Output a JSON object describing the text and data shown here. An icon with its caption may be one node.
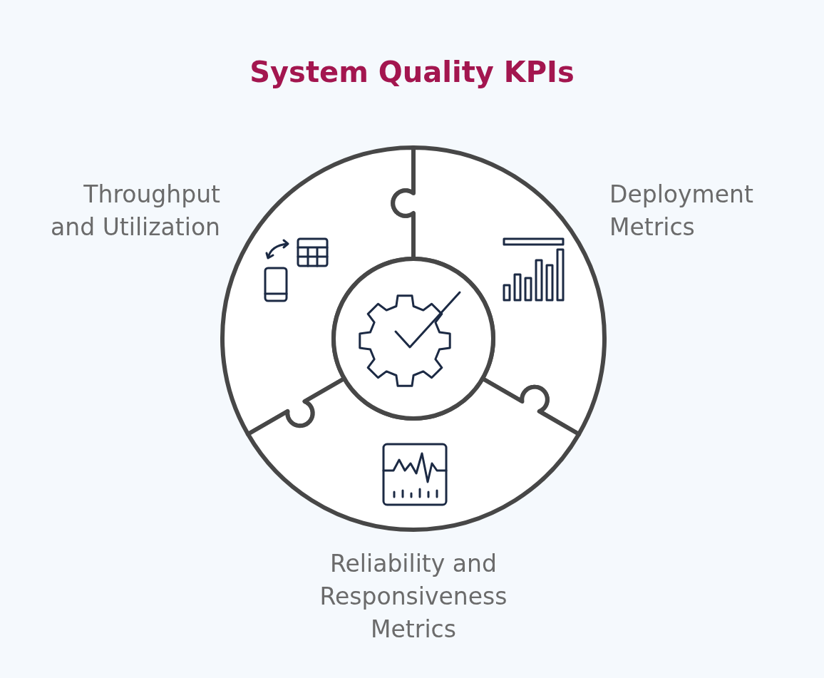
{
  "diagram": {
    "title": "System Quality KPIs",
    "nodes": [
      {
        "text": [],
        "shape": "puzzle",
        "beside": [
          "Throughput and Utilization"
        ]
      },
      {
        "text": [],
        "shape": "puzzle",
        "beside": [
          "Deployment Metrics"
        ]
      },
      {
        "text": [],
        "shape": "circle"
      },
      {
        "text": [],
        "shape": "puzzle",
        "beside": [
          "Reliability and Responsiveness Metrics"
        ]
      }
    ]
  }
}
